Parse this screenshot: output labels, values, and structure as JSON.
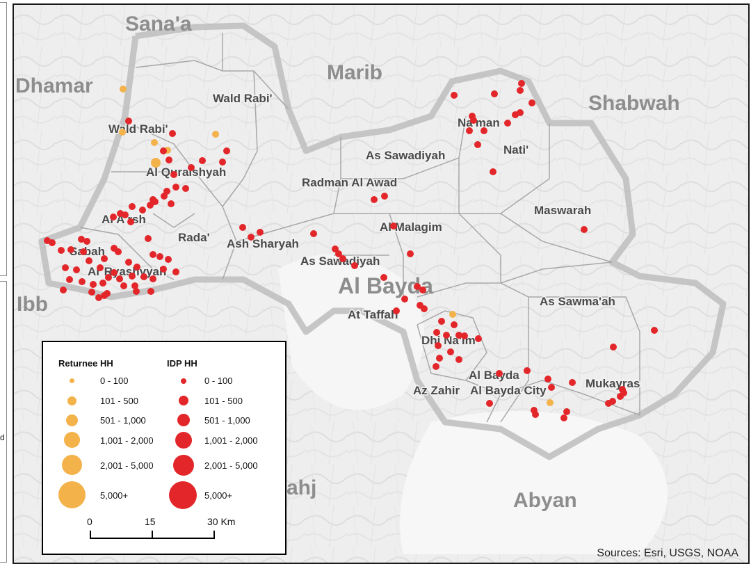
{
  "colors": {
    "returnee": "#f3b24a",
    "idp": "#e3262a",
    "label_gray": "#8d8d8d",
    "label_dark": "#444444",
    "boundary": "#b0b0b0"
  },
  "map": {
    "regions": {
      "sanaa": "Sana'a",
      "dhamar": "Dhamar",
      "marib": "Marib",
      "shabwah": "Shabwah",
      "ibb": "Ibb",
      "lahj_fragment": "ahj",
      "abyan": "Abyan",
      "al_bayda_gov": "Al Bayda"
    },
    "districts": {
      "wald_rabi_1": "Wald Rabi'",
      "wald_rabi_2": "Wald Rabi'",
      "al_quraishyah": "Al Quraishyah",
      "al_arsh": "Al A'rsh",
      "rada": "Rada'",
      "sabah": "Sabah",
      "ar_ryashyyah": "Ar Ryashyyah",
      "ash_sharyah": "Ash Sharyah",
      "naman": "Na'man",
      "nati": "Nati'",
      "as_sawadiyah_n": "As Sawadiyah",
      "radman": "Radman Al Awad",
      "al_malagim": "Al Malagim",
      "as_sawadiyah_s": "As Sawadiyah",
      "maswarah": "Maswarah",
      "at_taffah": "At Taffah",
      "dhi_naim": "Dhi Na'im",
      "as_sawmaah": "As Sawma'ah",
      "al_bayda": "Al Bayda",
      "az_zahir": "Az Zahir",
      "al_bayda_city": "Al Bayda City",
      "mukayras": "Mukayras"
    },
    "sources": "Sources: Esri, USGS, NOAA"
  },
  "legend": {
    "returnee_title": "Returnee HH",
    "idp_title": "IDP HH",
    "classes": [
      "0 - 100",
      "101 - 500",
      "501 - 1,000",
      "1,001 - 2,000",
      "2,001 - 5,000",
      "5,000+"
    ],
    "scale": {
      "ticks": [
        "0",
        "15",
        "30 Km"
      ]
    }
  },
  "sidebar": {
    "fragment": "d"
  }
}
